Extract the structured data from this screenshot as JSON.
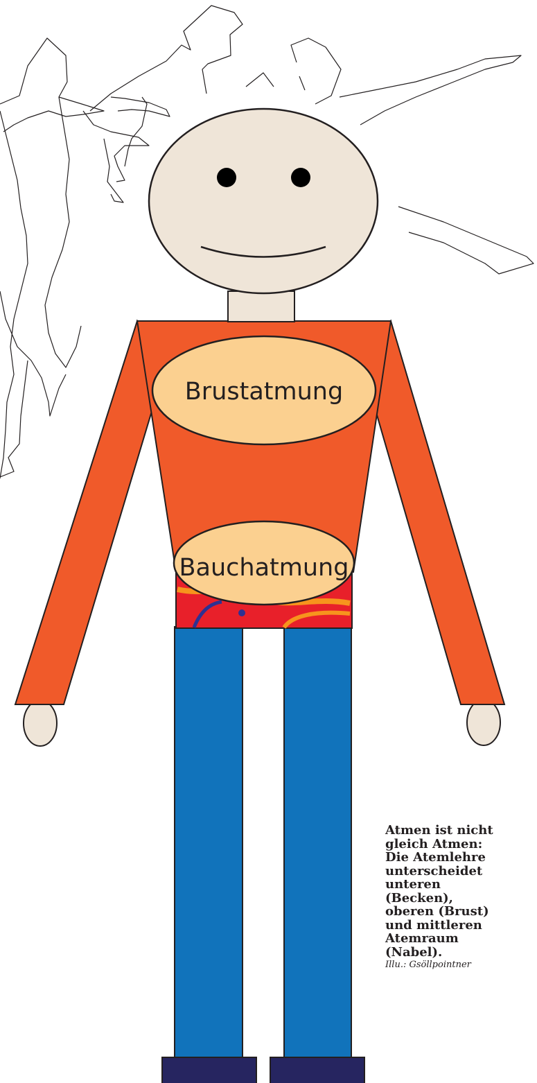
{
  "diagram": {
    "labels": {
      "chest": "Brustatmung",
      "belly": "Bauchatmung"
    },
    "colors": {
      "skin": "#efe5d8",
      "shirt": "#f05a2a",
      "ellipse_fill": "#fbd090",
      "pants": "#1173bb",
      "shoes": "#262560",
      "underwear": "#e8202a",
      "outline": "#231f20"
    }
  },
  "caption": {
    "lines": [
      "Atmen ist nicht",
      "gleich Atmen:",
      "Die Atemlehre",
      "unterscheidet",
      "unteren",
      "(Becken),",
      "oberen (Brust)",
      "und mittleren",
      "Atemraum",
      "(Nabel)."
    ],
    "credit": "Illu.: Gsöllpointner"
  }
}
